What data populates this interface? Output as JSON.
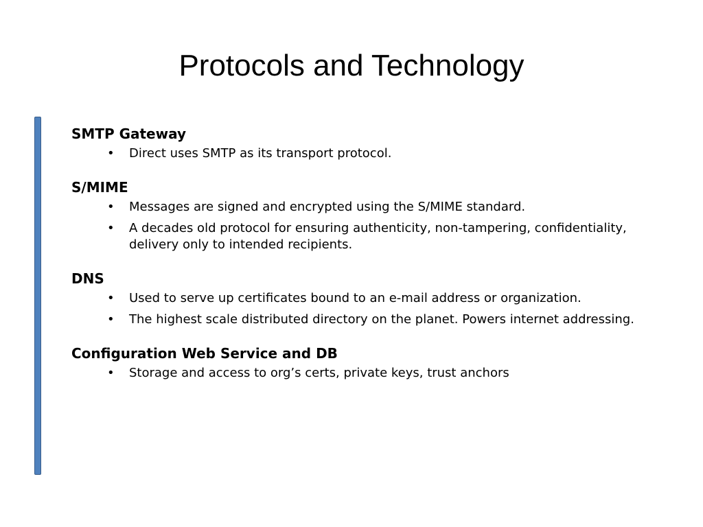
{
  "slide": {
    "title": "Protocols and Technology",
    "accent_color": "#4f81bd",
    "sections": [
      {
        "heading": "SMTP Gateway",
        "bullets": [
          "Direct uses SMTP as its transport protocol."
        ]
      },
      {
        "heading": "S/MIME",
        "bullets": [
          "Messages are signed and encrypted using the S/MIME standard.",
          "A decades old protocol for ensuring authenticity, non-tampering, confidentiality, delivery only to intended recipients."
        ]
      },
      {
        "heading": "DNS",
        "bullets": [
          "Used to serve up certificates bound to an e-mail address or organization.",
          "The highest scale distributed directory on the planet. Powers internet addressing."
        ]
      },
      {
        "heading": "Configuration Web Service and DB",
        "bullets": [
          "Storage and access to org’s certs, private keys, trust anchors"
        ]
      }
    ]
  }
}
